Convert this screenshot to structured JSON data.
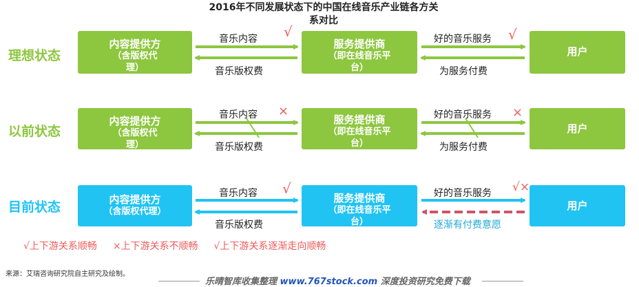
{
  "title": {
    "line1": "2016年不同发展状态下的中国在线音乐产业链各方关",
    "line2": "系对比"
  },
  "colors": {
    "green": "#8dc63f",
    "blue": "#21c3f3",
    "mark_red": "#ef5b5b",
    "dash_red": "#cc5566"
  },
  "rows": [
    {
      "label": "理想状态",
      "content_box": {
        "line1": "内容提供方",
        "line2": "（含版权代",
        "line3": "理）"
      },
      "service_box": {
        "line1": "服务提供商",
        "line2": "（即在线音乐平",
        "line3": "台）"
      },
      "user_box": "用户",
      "top_left_label": "音乐内容",
      "bottom_left_label": "音乐版权费",
      "top_right_label": "好的音乐服务",
      "bottom_right_label": "为服务付费",
      "left_mark": "√",
      "right_mark": "√"
    },
    {
      "label": "以前状态",
      "content_box": {
        "line1": "内容提供方",
        "line2": "（含版权代",
        "line3": "理）"
      },
      "service_box": {
        "line1": "服务提供商",
        "line2": "（即在线音乐平",
        "line3": "台）"
      },
      "user_box": "用户",
      "top_left_label": "音乐内容",
      "bottom_left_label": "音乐版权费",
      "top_right_label": "好的音乐服务",
      "bottom_right_label": "为服务付费",
      "left_mark": "×",
      "right_mark": "×"
    },
    {
      "label": "目前状态",
      "content_box": {
        "line1": "内容提供方",
        "line2": "（含版权代理）",
        "line3": ""
      },
      "service_box": {
        "line1": "服务提供商",
        "line2": "（即在线音乐平",
        "line3": "台）"
      },
      "user_box": "用户",
      "top_left_label": "音乐内容",
      "bottom_left_label": "音乐版权费",
      "top_right_label": "好的音乐服务",
      "bottom_right_label": "逐渐有付费意愿",
      "left_mark": "√",
      "right_mark": "√×"
    }
  ],
  "legend": {
    "check": "√上下游关系顺畅",
    "cross": "×上下游关系不顺畅",
    "mixed": "√上下游关系逐渐走向顺畅"
  },
  "source": "来源：艾瑞咨询研究院自主研究及绘制。",
  "footer": {
    "prefix": "乐晴智库收集整理",
    "url": "www.767stock.com",
    "suffix": "深度投资研究免费下载"
  }
}
